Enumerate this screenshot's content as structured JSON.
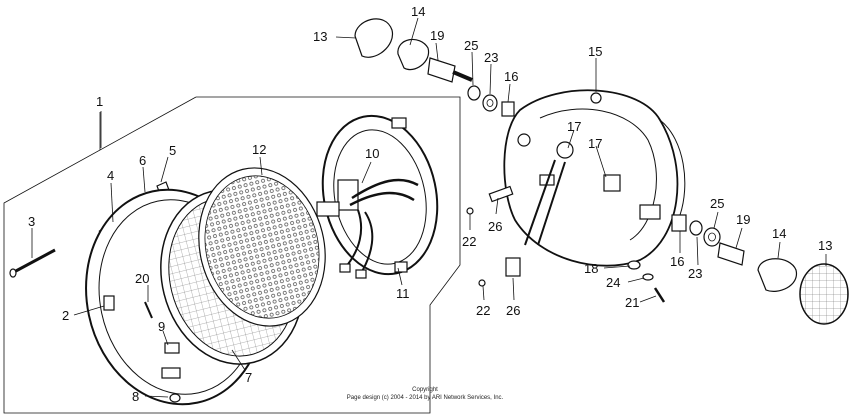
{
  "parts": {
    "p1": "1",
    "p2": "2",
    "p3": "3",
    "p4": "4",
    "p5": "5",
    "p6": "6",
    "p7": "7",
    "p8": "8",
    "p9": "9",
    "p10": "10",
    "p11": "11",
    "p12": "12",
    "p13a": "13",
    "p13b": "13",
    "p14a": "14",
    "p14b": "14",
    "p15": "15",
    "p16a": "16",
    "p16b": "16",
    "p17a": "17",
    "p17b": "17",
    "p18": "18",
    "p19a": "19",
    "p19b": "19",
    "p20": "20",
    "p21": "21",
    "p22a": "22",
    "p22b": "22",
    "p23a": "23",
    "p23b": "23",
    "p24": "24",
    "p25a": "25",
    "p25b": "25",
    "p26a": "26",
    "p26b": "26"
  },
  "copyright": {
    "line1": "Copyright",
    "line2": "Page design (c) 2004 - 2014 by ARI Network Services, Inc."
  }
}
